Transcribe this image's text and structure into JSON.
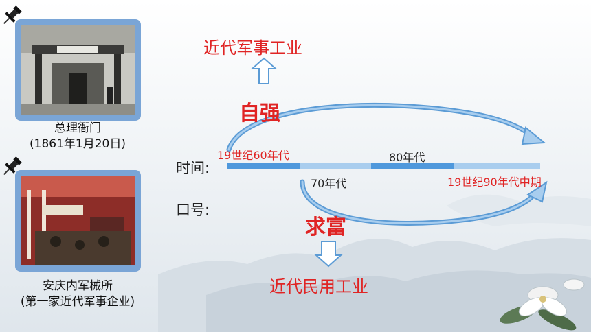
{
  "colors": {
    "accent_red": "#e02424",
    "timeline_light": "#a9cdee",
    "timeline_dark": "#4f98dc",
    "arrow_blue": "#5b9bd5",
    "card_blue": "#7aa5d6"
  },
  "left_cards": [
    {
      "caption_line1": "总理衙门",
      "caption_line2": "(1861年1月20日)",
      "pin_icon": "pushpin-icon",
      "photo": "zongli-yamen-photo"
    },
    {
      "caption_line1": "安庆内军械所",
      "caption_line2": "(第一家近代军事企业)",
      "pin_icon": "pushpin-icon",
      "photo": "anqing-arsenal-photo"
    }
  ],
  "diagram": {
    "top_result": "近代军事工业",
    "top_slogan": "自强",
    "bottom_slogan": "求富",
    "bottom_result": "近代民用工业",
    "time_label": "时间:",
    "slogan_label": "口号:",
    "timeline_marks": [
      "19世纪60年代",
      "70年代",
      "80年代",
      "19世纪90年代中期"
    ]
  }
}
